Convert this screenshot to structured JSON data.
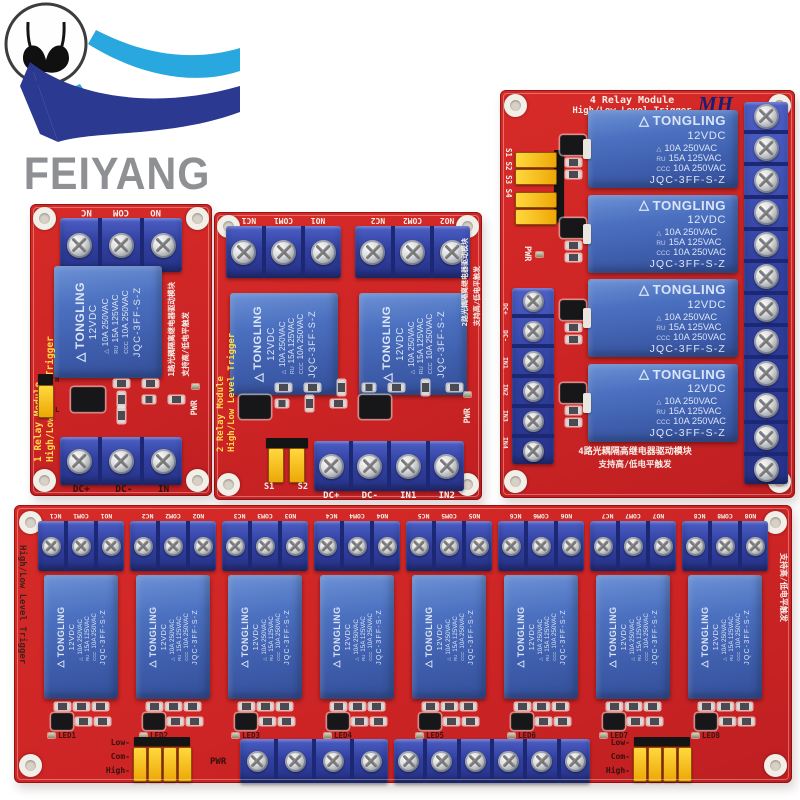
{
  "brand": {
    "name": "FEIYANG",
    "logo_icon": "bra-logo-icon",
    "colors": {
      "swoosh_light": "#29a8e0",
      "swoosh_dark": "#2b3990",
      "text": "#8e9093"
    }
  },
  "colors": {
    "pcb_red": "#d02728",
    "terminal_blue": "#2e3da0",
    "relay_blue": "#4a6fbe",
    "jumper_yellow": "#f2b705",
    "silk_yellow": "#ffd94a",
    "silk_white": "#f4efe8"
  },
  "relay": {
    "brand_icon": "△",
    "brand": "TONGLING",
    "voltage": "12VDC",
    "ratings": [
      {
        "cert": "△",
        "text": "10A 250VAC"
      },
      {
        "cert": "RU",
        "text": "15A 125VAC"
      },
      {
        "cert": "CCC",
        "text": "10A 250VAC"
      }
    ],
    "part": "JQC-3FF-S-Z"
  },
  "module1": {
    "title": "1 Relay Module",
    "subtitle": "High/Low Level Trigger",
    "top_terminals": [
      "NO",
      "COM",
      "NC"
    ],
    "bottom_terminals": [
      "DC+",
      "DC-",
      "IN"
    ],
    "jumper_high": "H",
    "jumper_low": "L",
    "pwr_label": "PWR",
    "cn_line1": "1路光耦隔离继电器驱动模块",
    "cn_line2": "支持高/低电平触发"
  },
  "module2": {
    "title": "2 Relay Module",
    "subtitle": "High/Low Level Trigger",
    "channels": [
      {
        "no": "NO1",
        "com": "COM1",
        "nc": "NC1"
      },
      {
        "no": "NO2",
        "com": "COM2",
        "nc": "NC2"
      }
    ],
    "bottom_terminals": [
      "DC+",
      "DC-",
      "IN1",
      "IN2"
    ],
    "jumper_labels": [
      "S1",
      "S2"
    ],
    "pwr_label": "PWR",
    "cn_line1": "2路光耦隔离继电器驱动模块",
    "cn_line2": "支持高/低电平触发"
  },
  "module4": {
    "title": "4 Relay Module",
    "subtitle": "High/Low Level Trigger",
    "maker_logo": "MH",
    "select_labels": "S1 S2 S3 S4",
    "pwr_label": "PWR",
    "left_terminals": [
      "DC+",
      "DC-",
      "IN1",
      "IN2",
      "IN3",
      "IN4"
    ],
    "cn_line1": "4路光耦隔高继电器驱动模块",
    "cn_line2": "支持高/低电平触发"
  },
  "module8": {
    "side_label": "High/Low Level Trigger",
    "channels": [
      {
        "no": "NO1",
        "com": "COM1",
        "nc": "NC1",
        "led": "LED1"
      },
      {
        "no": "NO2",
        "com": "COM2",
        "nc": "NC2",
        "led": "LED2"
      },
      {
        "no": "NO3",
        "com": "COM3",
        "nc": "NC3",
        "led": "LED3"
      },
      {
        "no": "NO4",
        "com": "COM4",
        "nc": "NC4",
        "led": "LED4"
      },
      {
        "no": "NO5",
        "com": "COM5",
        "nc": "NC5",
        "led": "LED5"
      },
      {
        "no": "NO6",
        "com": "COM6",
        "nc": "NC6",
        "led": "LED6"
      },
      {
        "no": "NO7",
        "com": "COM7",
        "nc": "NC7",
        "led": "LED7"
      },
      {
        "no": "NO8",
        "com": "COM8",
        "nc": "NC8",
        "led": "LED8"
      }
    ],
    "jumper_labels": [
      "Low-",
      "Com-",
      "High-"
    ],
    "pwr_label": "PWR",
    "cn_line": "支持高/低电平触发"
  }
}
